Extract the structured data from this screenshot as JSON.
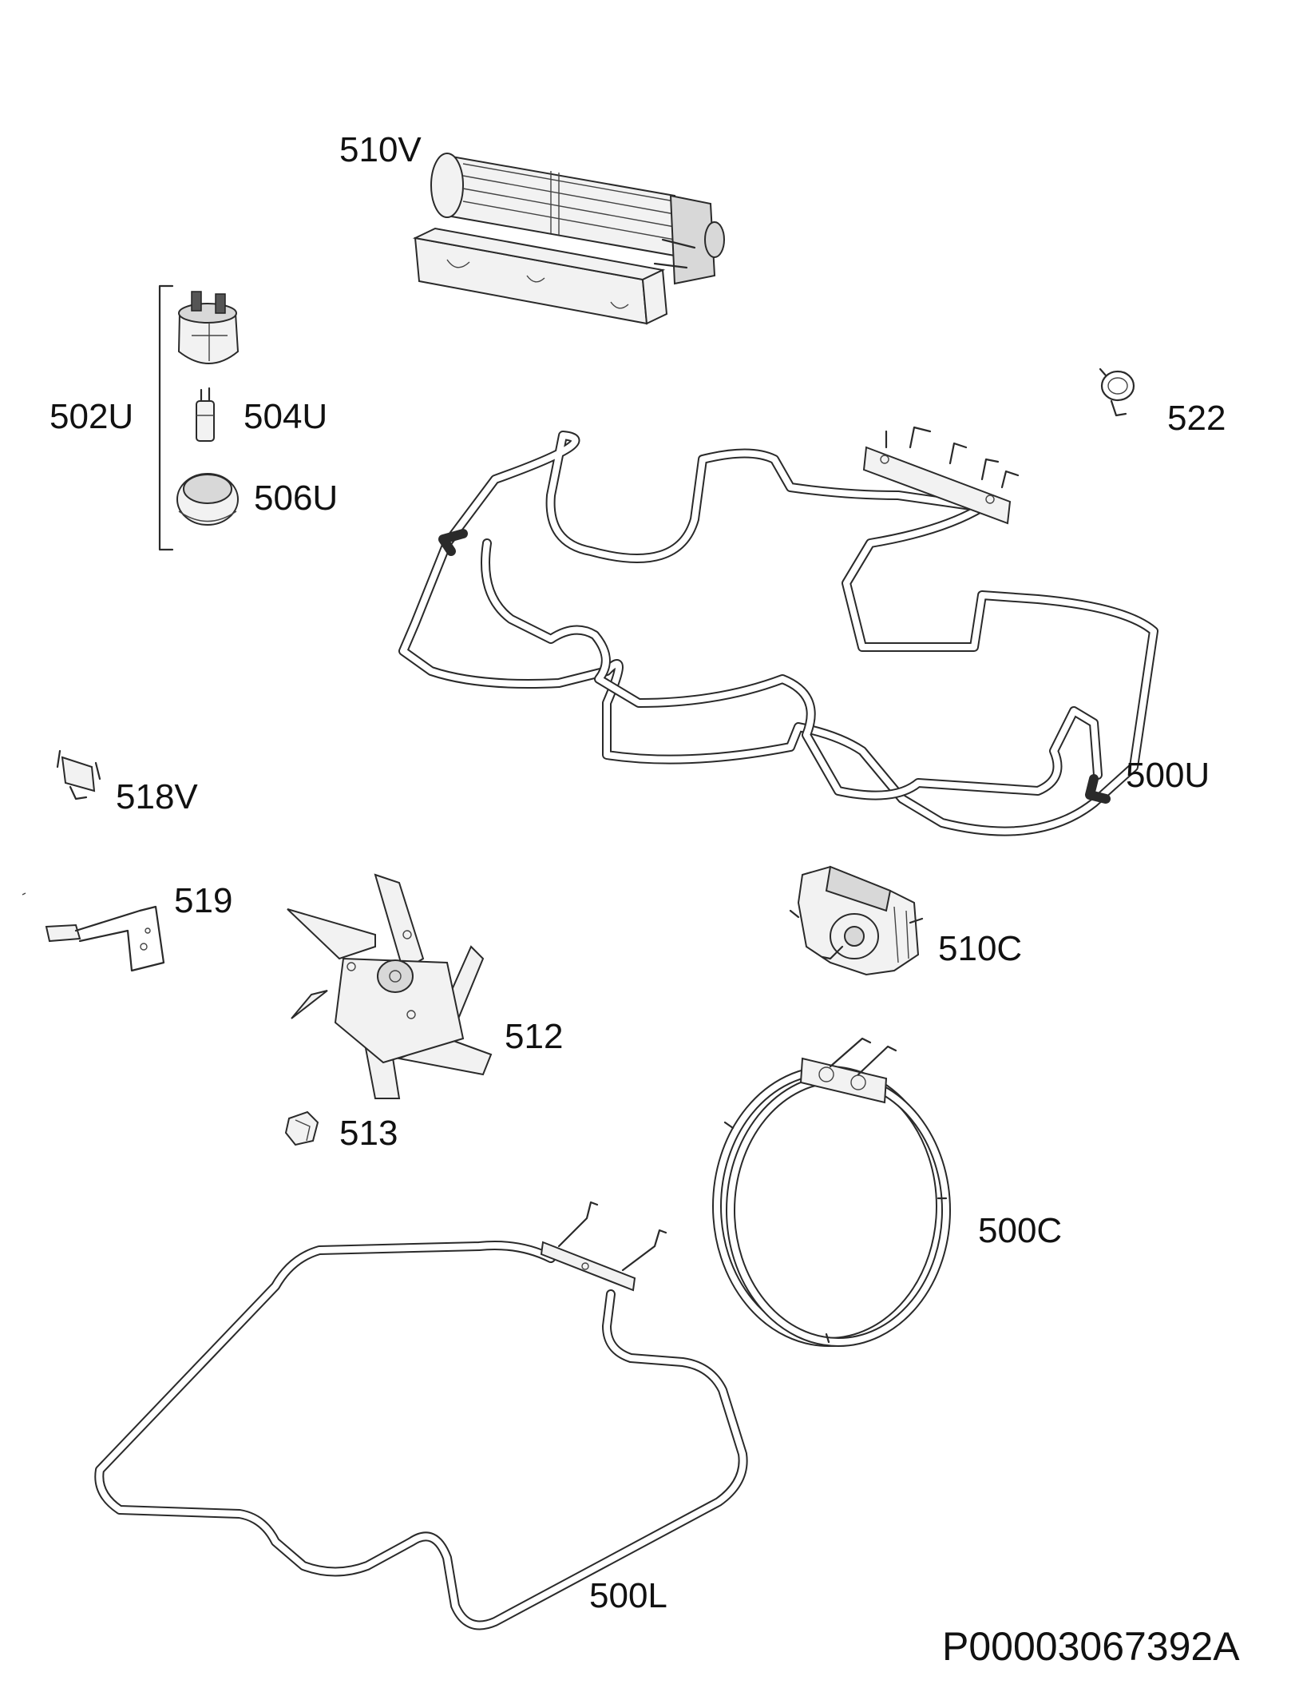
{
  "document_code": "P00003067392A",
  "bracket_group": {
    "label": "502U",
    "members": [
      "504U",
      "506U"
    ]
  },
  "parts": [
    {
      "id": "510V",
      "label": "510V",
      "icon": "tangential-fan-icon"
    },
    {
      "id": "502U",
      "label": "502U",
      "icon": "lamp-holder-icon"
    },
    {
      "id": "504U",
      "label": "504U",
      "icon": "bulb-icon"
    },
    {
      "id": "506U",
      "label": "506U",
      "icon": "lamp-cover-icon"
    },
    {
      "id": "522",
      "label": "522",
      "icon": "clip-icon"
    },
    {
      "id": "500U",
      "label": "500U",
      "icon": "upper-heating-element-icon"
    },
    {
      "id": "518V",
      "label": "518V",
      "icon": "bracket-icon"
    },
    {
      "id": "519",
      "label": "519",
      "icon": "fixing-plate-icon"
    },
    {
      "id": "512",
      "label": "512",
      "icon": "fan-blade-icon"
    },
    {
      "id": "513",
      "label": "513",
      "icon": "nut-icon"
    },
    {
      "id": "510C",
      "label": "510C",
      "icon": "fan-motor-icon"
    },
    {
      "id": "500C",
      "label": "500C",
      "icon": "circular-heating-element-icon"
    },
    {
      "id": "500L",
      "label": "500L",
      "icon": "lower-heating-element-icon"
    }
  ]
}
